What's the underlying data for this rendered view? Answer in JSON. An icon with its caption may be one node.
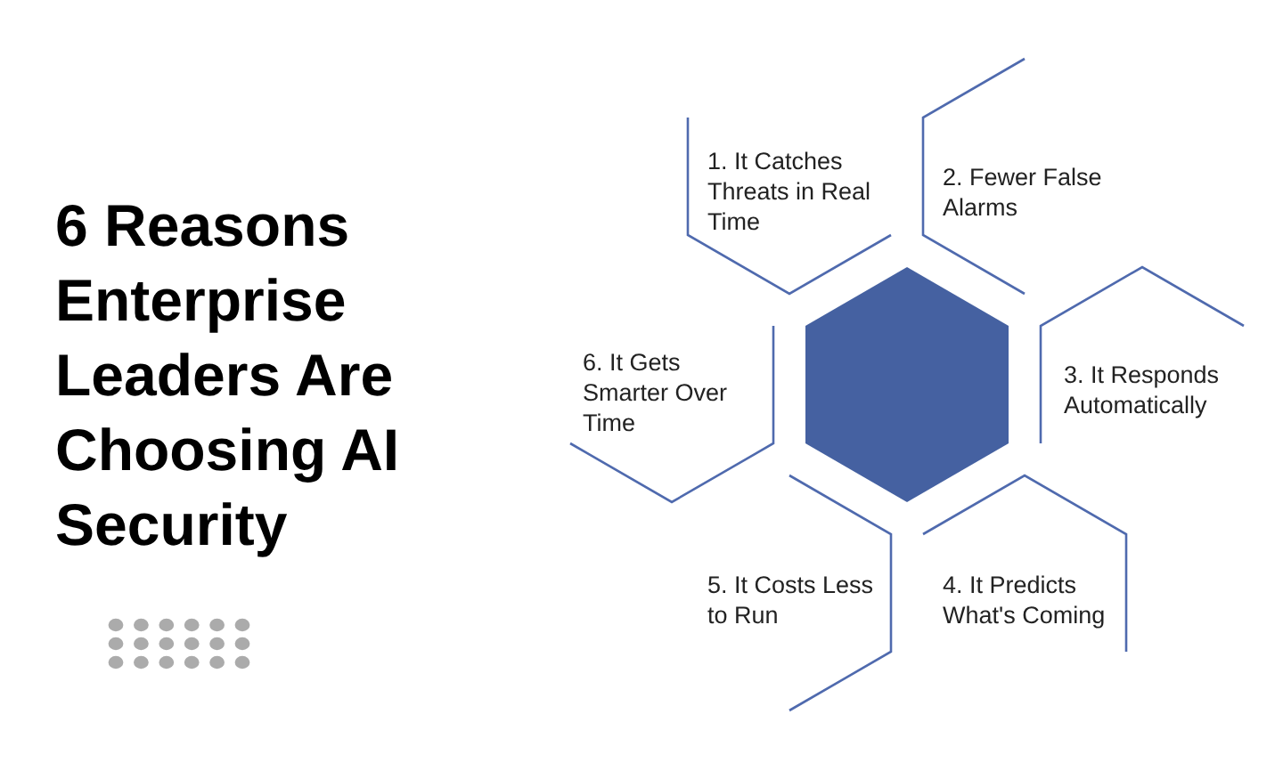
{
  "diagram": {
    "title": "6 Reasons Enterprise Leaders Are Choosing AI Security",
    "nodes": [
      {
        "text": [
          "1. It Catches Threats in Real Time"
        ]
      },
      {
        "text": [
          "2. Fewer False Alarms"
        ]
      },
      {
        "text": [
          "3. It Responds Automatically"
        ]
      },
      {
        "text": [
          "4. It Predicts What's Coming"
        ]
      },
      {
        "text": [
          "5. It Costs Less to Run"
        ]
      },
      {
        "text": [
          "6. It Gets Smarter Over Time"
        ]
      },
      {
        "text": [],
        "shape": "hexagon"
      }
    ]
  }
}
